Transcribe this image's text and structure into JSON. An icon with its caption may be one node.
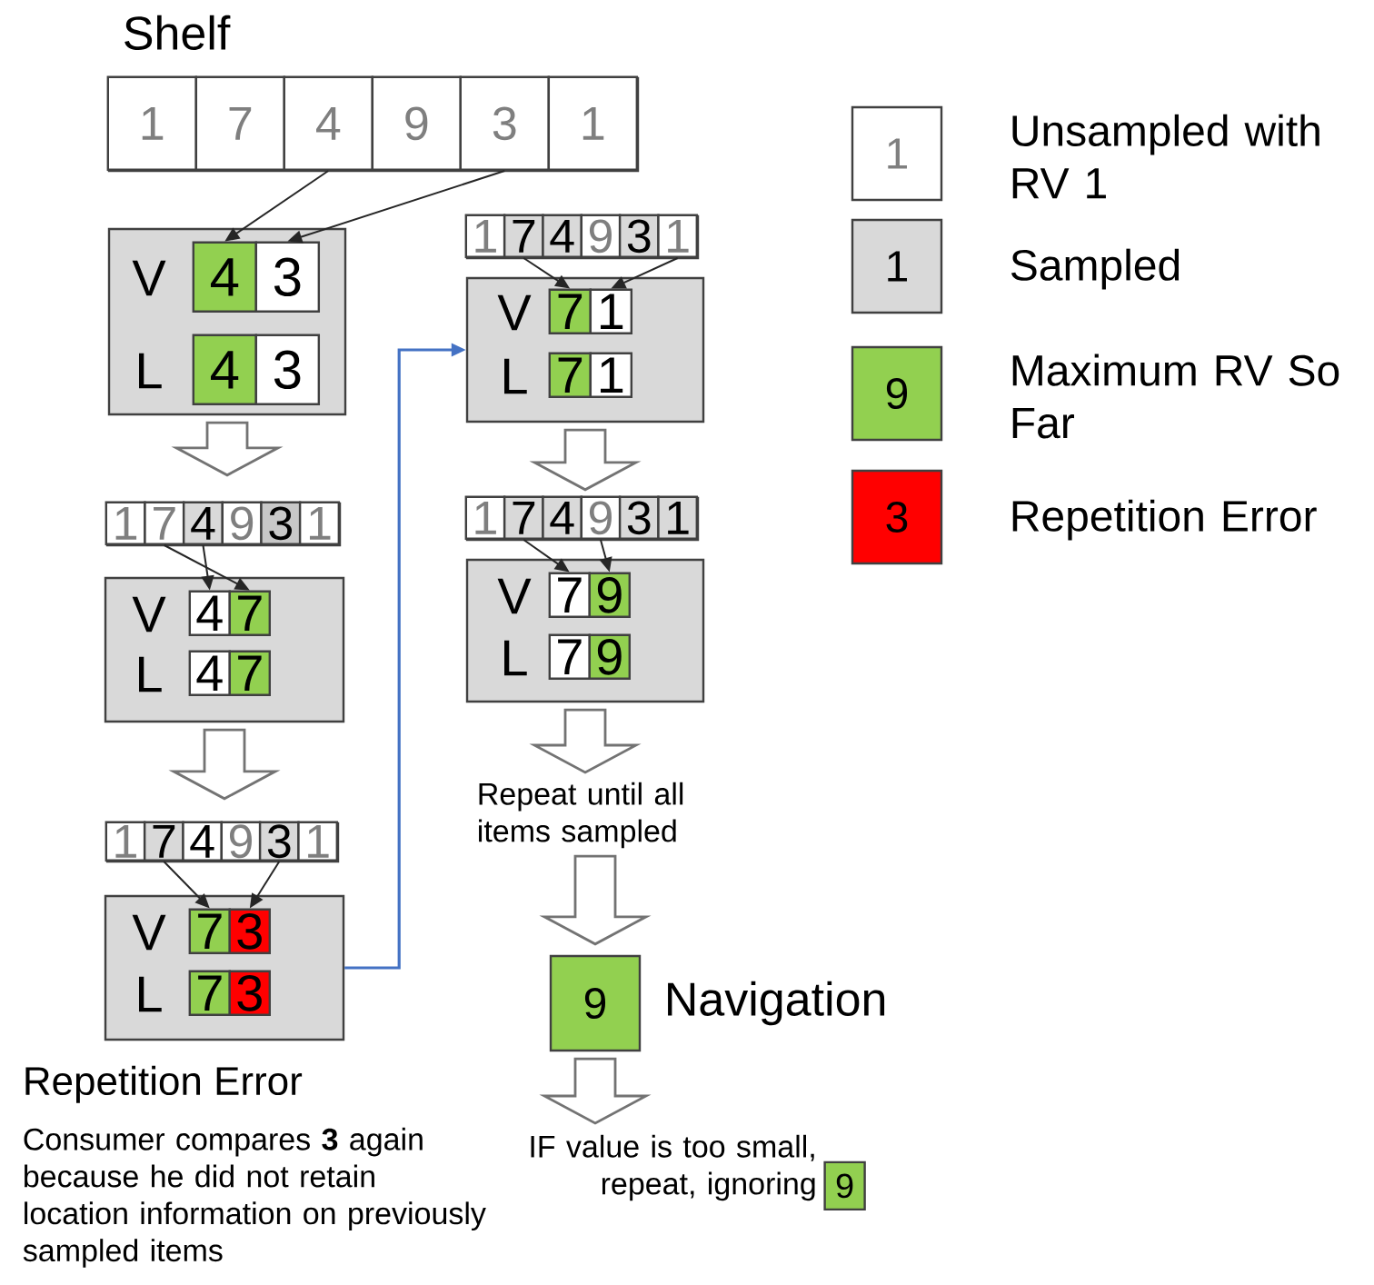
{
  "diagram": {
    "nodes": [
      {
        "text": [
          "Shelf"
        ]
      },
      {
        "text": [
          "1"
        ],
        "in": 0
      },
      {
        "text": [
          "7"
        ],
        "in": 0
      },
      {
        "text": [
          "4"
        ],
        "in": 0
      },
      {
        "text": [
          "9"
        ],
        "in": 0
      },
      {
        "text": [
          "3"
        ],
        "in": 0
      },
      {
        "text": [
          "1"
        ],
        "in": 0
      },
      {
        "text": [
          "V",
          "L"
        ]
      },
      {
        "text": [
          "4"
        ],
        "in": 7
      },
      {
        "text": [
          "3"
        ],
        "in": 7
      },
      {
        "text": [
          "4"
        ],
        "in": 7
      },
      {
        "text": [
          "3"
        ],
        "in": 7
      },
      {
        "text": [],
        "shape": "box"
      },
      {
        "text": [
          "1"
        ],
        "in": 12
      },
      {
        "text": [
          "7"
        ],
        "in": 12
      },
      {
        "text": [
          "4"
        ],
        "in": 12
      },
      {
        "text": [
          "9"
        ],
        "in": 12
      },
      {
        "text": [
          "3"
        ],
        "in": 12
      },
      {
        "text": [
          "1"
        ],
        "in": 12
      },
      {
        "text": [
          "V",
          "L"
        ]
      },
      {
        "text": [
          "4"
        ],
        "in": 19
      },
      {
        "text": [
          "7"
        ],
        "in": 19
      },
      {
        "text": [
          "4"
        ],
        "in": 19
      },
      {
        "text": [
          "7"
        ],
        "in": 19
      },
      {
        "text": [],
        "shape": "box"
      },
      {
        "text": [
          "1"
        ],
        "in": 24
      },
      {
        "text": [
          "7"
        ],
        "in": 24
      },
      {
        "text": [
          "4"
        ],
        "in": 24
      },
      {
        "text": [
          "9"
        ],
        "in": 24
      },
      {
        "text": [
          "3"
        ],
        "in": 24
      },
      {
        "text": [
          "1"
        ],
        "in": 24
      },
      {
        "text": [
          "V",
          "L"
        ]
      },
      {
        "text": [
          "7"
        ],
        "in": 31
      },
      {
        "text": [
          "3"
        ],
        "in": 31
      },
      {
        "text": [
          "7"
        ],
        "in": 31
      },
      {
        "text": [
          "3"
        ],
        "in": 31
      },
      {
        "text": [],
        "shape": "box"
      },
      {
        "text": [
          "1"
        ],
        "in": 36
      },
      {
        "text": [
          "7"
        ],
        "in": 36
      },
      {
        "text": [
          "4"
        ],
        "in": 36
      },
      {
        "text": [
          "9"
        ],
        "in": 36
      },
      {
        "text": [
          "3"
        ],
        "in": 36
      },
      {
        "text": [
          "1"
        ],
        "in": 36
      },
      {
        "text": [
          "V",
          "L"
        ]
      },
      {
        "text": [
          "7"
        ],
        "in": 43
      },
      {
        "text": [
          "1"
        ],
        "in": 43
      },
      {
        "text": [
          "7"
        ],
        "in": 43
      },
      {
        "text": [
          "1"
        ],
        "in": 43
      },
      {
        "text": [],
        "shape": "box"
      },
      {
        "text": [
          "1"
        ],
        "in": 48
      },
      {
        "text": [
          "7"
        ],
        "in": 48
      },
      {
        "text": [
          "4"
        ],
        "in": 48
      },
      {
        "text": [
          "9"
        ],
        "in": 48
      },
      {
        "text": [
          "3"
        ],
        "in": 48
      },
      {
        "text": [
          "1"
        ],
        "in": 48
      },
      {
        "text": [
          "V",
          "L"
        ]
      },
      {
        "text": [
          "7"
        ],
        "in": 55
      },
      {
        "text": [
          "9"
        ],
        "in": 55
      },
      {
        "text": [
          "7"
        ],
        "in": 55
      },
      {
        "text": [
          "9"
        ],
        "in": 55
      },
      {
        "text": [
          "Repeat until all items sampled"
        ]
      },
      {
        "text": [
          "9"
        ],
        "beside": [
          "Navigation"
        ]
      },
      {
        "text": [
          "IF value is too small, repeat, ignoring"
        ]
      },
      {
        "text": [
          "9"
        ]
      }
    ],
    "edges": [
      {
        "from": 3,
        "to": 8,
        "arrow": "to"
      },
      {
        "from": 5,
        "to": 9,
        "arrow": "to"
      },
      {
        "from": 15,
        "to": 20,
        "arrow": "to"
      },
      {
        "from": 14,
        "to": 21,
        "arrow": "to"
      },
      {
        "from": 26,
        "to": 32,
        "arrow": "to"
      },
      {
        "from": 29,
        "to": 33,
        "arrow": "to"
      },
      {
        "from": 38,
        "to": 44,
        "arrow": "to"
      },
      {
        "from": 42,
        "to": 45,
        "arrow": "to"
      },
      {
        "from": 50,
        "to": 56,
        "arrow": "to"
      },
      {
        "from": 52,
        "to": 57,
        "arrow": "to"
      },
      {
        "from": 7,
        "to": 12,
        "arrow": "to",
        "style": "thick"
      },
      {
        "from": 19,
        "to": 24,
        "arrow": "to",
        "style": "thick"
      },
      {
        "from": 43,
        "to": 48,
        "arrow": "to",
        "style": "thick"
      },
      {
        "from": 55,
        "to": 60,
        "arrow": "to",
        "style": "thick"
      },
      {
        "from": 60,
        "to": 61,
        "arrow": "to",
        "style": "thick"
      },
      {
        "from": 61,
        "to": 62,
        "arrow": "to",
        "style": "thick"
      },
      {
        "from": 31,
        "to": 43,
        "arrow": "to",
        "color": "#4472c4"
      }
    ],
    "labels": [
      "1",
      "1",
      "9",
      "3",
      "Repetition Error",
      "Consumer compares **3** again because he did not retain location information on previously sampled items"
    ],
    "legend": [
      {
        "text": "Unsampled with RV 1"
      },
      {
        "text": "Sampled",
        "color": "#d9d9d9"
      },
      {
        "text": "Maximum RV So Far",
        "color": "#92d050"
      },
      {
        "text": "Repetition Error",
        "color": "#ff0000"
      }
    ]
  }
}
